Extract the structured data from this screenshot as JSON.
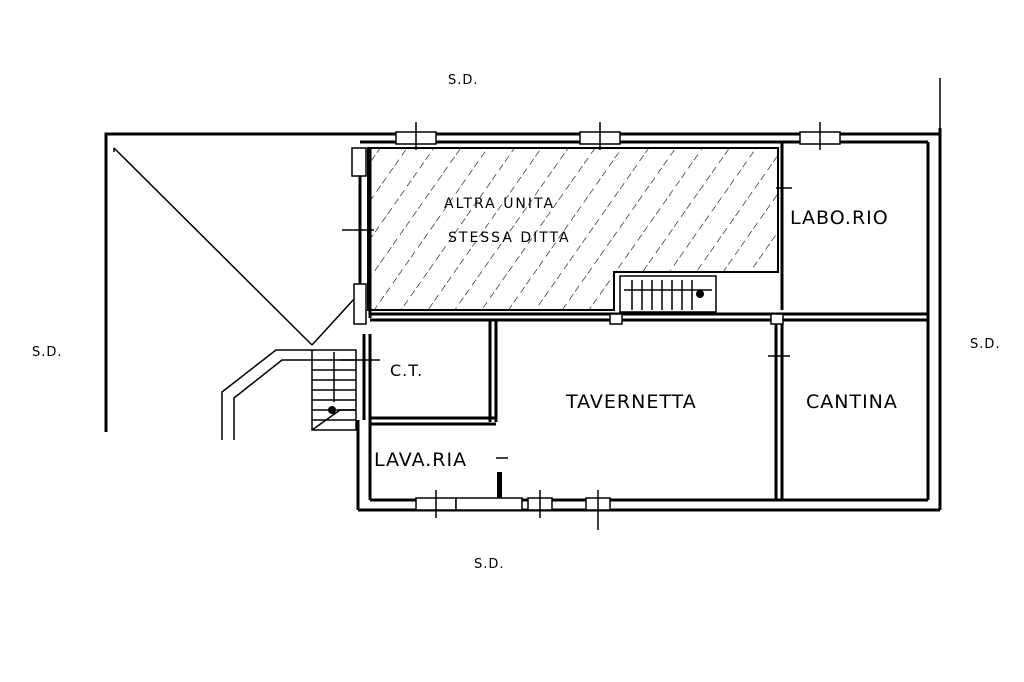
{
  "labels": {
    "sd_top": "S.D.",
    "sd_left": "S.D.",
    "sd_right": "S.D.",
    "sd_bottom": "S.D.",
    "altra_unita_line1": "ALTRA UNITA",
    "altra_unita_line2": "STESSA DITTA",
    "laboratorio": "LABO.RIO",
    "ct": "C.T.",
    "tavernetta": "TAVERNETTA",
    "cantina": "CANTINA",
    "lavanderia": "LAVA.RIA"
  },
  "colors": {
    "ink": "#000000",
    "paper": "#ffffff"
  }
}
